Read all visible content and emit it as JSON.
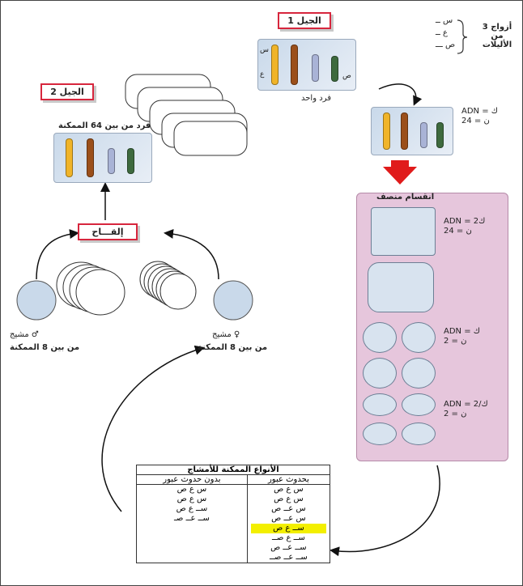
{
  "gen1_label": "الجيل 1",
  "gen2_label": "الجيل 2",
  "alleles_title": "3 أزواج من الأليلات",
  "alleles": [
    "س ــ",
    "ع ــ",
    "ص ـــ"
  ],
  "one_individual": "فرد واحد",
  "adn_k_2n4": "ADN = ك\n2ن = 4",
  "meiosis_label": "انقسام منصف",
  "adn_2k_2n4": "ADN = 2ك\n2ن = 4",
  "adn_k_n2": "ADN = ك\nن = 2",
  "adn_k2_n2": "ADN = ك/2\nن = 2",
  "fertilization": "إلقـــاح",
  "individual_of_64": "فرد من بين 64 الممكنة",
  "gamete_left": "مشيج ♂",
  "gamete_left_sub": "من بين 8 الممكنة",
  "gamete_right": "مشيج ♀",
  "gamete_right_sub": "من بين 8 الممكنة",
  "table": {
    "title": "الأنواع الممكنة للأمشاج",
    "col_without": "بدون حدوث عبور",
    "col_with": "بحدوث عبور",
    "rows_without": [
      "س ع ص",
      "س ع ص",
      "ســ ع ص",
      "ســ عــ صـ"
    ],
    "rows_with": [
      "س ع ص",
      "س ع ص",
      "س عــ ص",
      "س عــ ص",
      "ســ ع ص",
      "ســ ع صــ",
      "ســ عــ ص",
      "ســ عــ صــ"
    ],
    "highlight_index": 4
  },
  "letter_s": "س",
  "letter_a": "ع",
  "letter_p": "ص"
}
